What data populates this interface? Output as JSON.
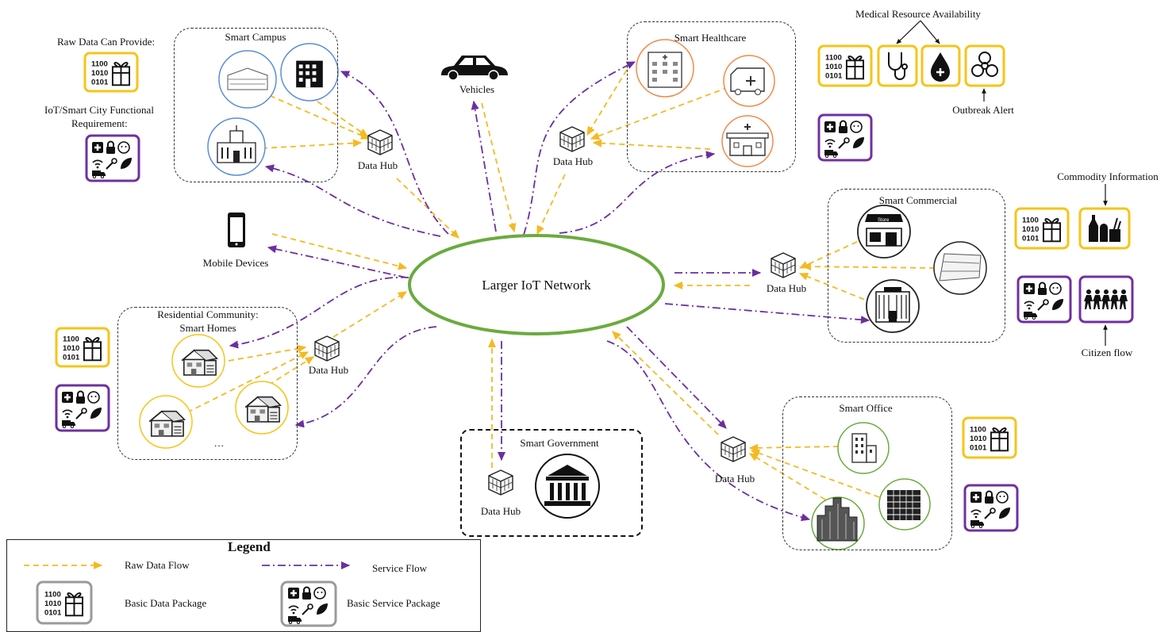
{
  "network": {
    "label": "Larger IoT Network"
  },
  "campus": {
    "title": "Smart Campus",
    "hub": "Data Hub"
  },
  "healthcare": {
    "title": "Smart Healthcare",
    "hub": "Data Hub"
  },
  "commercial": {
    "title": "Smart Commercial",
    "hub": "Data Hub"
  },
  "office": {
    "title": "Smart Office",
    "hub": "Data Hub"
  },
  "government": {
    "title": "Smart Government",
    "hub": "Data Hub"
  },
  "residential": {
    "title_line1": "Residential Community:",
    "title_line2": "Smart Homes",
    "hub": "Data Hub",
    "ellipsis": "…"
  },
  "vehicles": {
    "label": "Vehicles"
  },
  "mobile": {
    "label": "Mobile Devices"
  },
  "top_left": {
    "raw_label": "Raw Data Can Provide:",
    "req_line1": "IoT/Smart City Functional",
    "req_line2": "Requirement:"
  },
  "annotations": {
    "medical": "Medical Resource Availability",
    "outbreak": "Outbreak Alert",
    "commodity": "Commodity Information",
    "citizen": "Citizen flow"
  },
  "data_package_text": [
    "1100",
    "1010",
    "0101"
  ],
  "legend": {
    "title": "Legend",
    "raw_flow": "Raw Data Flow",
    "service_flow": "Service Flow",
    "data_package": "Basic Data Package",
    "service_package": "Basic Service Package"
  },
  "colors": {
    "raw": "#f5b921",
    "service": "#6b2fa0",
    "network": "#6aab3e",
    "data_pkg_border": "#f5c518",
    "service_pkg_border": "#7030a0",
    "campus_circle": "#5b8fd6",
    "health_circle": "#f08a4b",
    "home_circle": "#f5c518",
    "office_circle": "#6aab3e",
    "legend_pkg_border": "#9a9a9a"
  },
  "icons": [
    "hub-cube-icon",
    "school-icon",
    "hospital-icon",
    "ambulance-icon",
    "clinic-icon",
    "store-icon",
    "mall-icon",
    "house-icon",
    "office-tower-icon",
    "skyline-icon",
    "courthouse-icon",
    "car-icon",
    "phone-icon",
    "stethoscope-icon",
    "blood-drop-icon",
    "biohazard-icon",
    "grocery-icon",
    "crowd-icon",
    "gift-icon",
    "lock-icon",
    "wifi-icon",
    "wrench-icon",
    "leaf-icon"
  ]
}
